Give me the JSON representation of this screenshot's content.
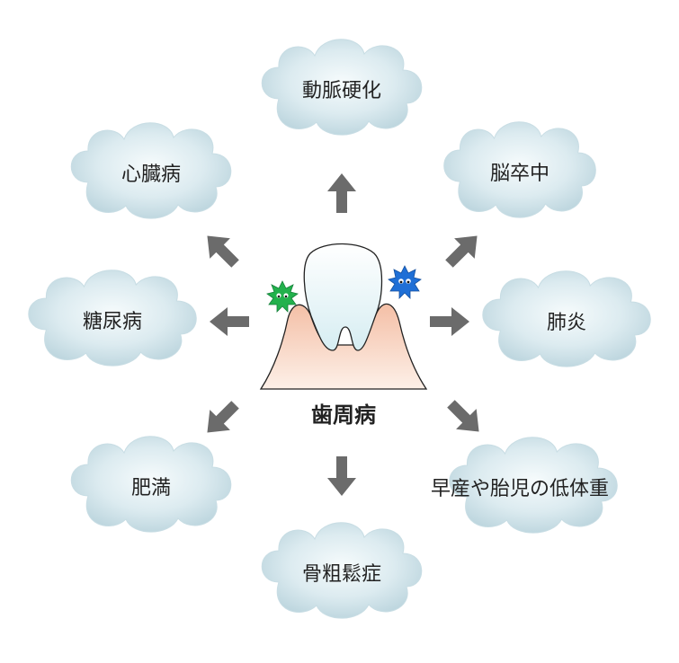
{
  "center": {
    "label": "歯周病"
  },
  "conditions": [
    {
      "id": "arteriosclerosis",
      "label": "動脈硬化"
    },
    {
      "id": "stroke",
      "label": "脳卒中"
    },
    {
      "id": "pneumonia",
      "label": "肺炎"
    },
    {
      "id": "premature-birth",
      "label": "早産や胎児の低体重"
    },
    {
      "id": "osteoporosis",
      "label": "骨粗鬆症"
    },
    {
      "id": "obesity",
      "label": "肥満"
    },
    {
      "id": "diabetes",
      "label": "糖尿病"
    },
    {
      "id": "heart-disease",
      "label": "心臓病"
    }
  ],
  "colors": {
    "cloud_fill": "#cfe3ea",
    "cloud_highlight": "#f4f9fb",
    "arrow": "#6b6b6b",
    "gum": "#f6c9b2",
    "gum_light": "#fdeee6",
    "tooth": "#e6f3f6",
    "germ_green": "#22b14c",
    "germ_blue": "#1f6fd6"
  }
}
